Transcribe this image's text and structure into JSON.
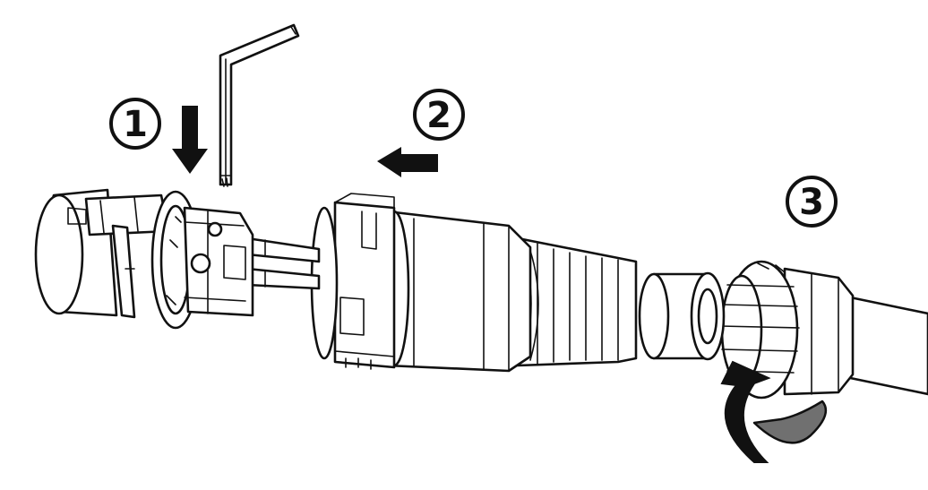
{
  "steps": [
    {
      "number": "1"
    },
    {
      "number": "2"
    },
    {
      "number": "3"
    }
  ],
  "colors": {
    "line": "#111111",
    "background": "#ffffff",
    "rotation_arrow_dark": "#111111",
    "rotation_arrow_gray": "#707070"
  },
  "icons": {
    "step1_arrow": "arrow-down-icon",
    "step2_arrow": "arrow-left-icon",
    "step3_arrow": "rotate-clockwise-icon"
  }
}
